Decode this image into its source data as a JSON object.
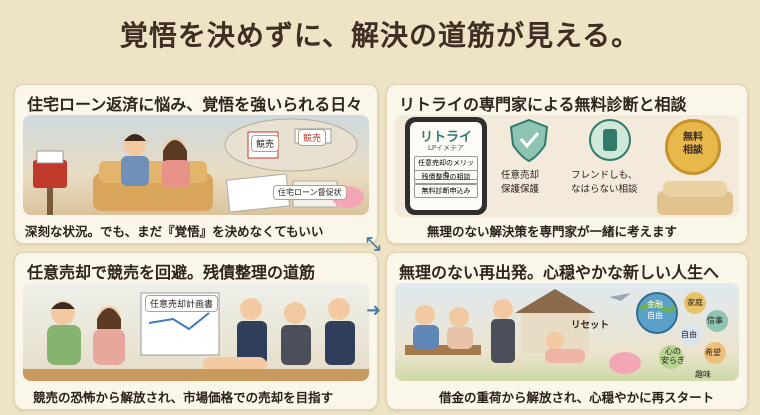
{
  "headline": "覚悟を決めずに、解決の道筋が見える。",
  "panels": [
    {
      "heading": "住宅ローン返済に悩み、覚悟を強いられる日々",
      "caption": "深刻な状況。でも、まだ『覚悟』を決めなくてもいい",
      "labels": [
        "競売",
        "競売",
        "住宅ローン督促状"
      ]
    },
    {
      "heading": "リトライの専門家による無料診断と相談",
      "caption": "無理のない解決策を専門家が一緒に考えます",
      "phone": {
        "app_name": "リトライ",
        "app_sub": "LPイメテア",
        "menu": [
          "任意売却のメリット",
          "残債整理の相談",
          "無料診断申込み"
        ]
      },
      "features": [
        {
          "label": "任意売却\n保護保護"
        },
        {
          "label": "フレンドしも、\nなはらない相談"
        }
      ],
      "badge": "無料\n相談"
    },
    {
      "heading": "任意売却で競売を回避。残債整理の道筋",
      "caption": "競売の恐怖から解放され、市場価格での売却を目指す",
      "labels": [
        "任意売却計画書"
      ]
    },
    {
      "heading": "無理のない再出発。心穏やかな新しい人生へ",
      "caption": "借金の重荷から解放され、心穏やかに再スタート",
      "labels": [
        "リセット",
        "金融\n自由",
        "家庭",
        "信事",
        "自由",
        "希望",
        "心の\n安らぎ",
        "趣味"
      ]
    }
  ],
  "colors": {
    "background": "#efe3c6",
    "panel": "#fbf6ea",
    "title": "#3f2e23",
    "arrow": "#4a7fa6",
    "phone_accent": "#2f7a6b"
  }
}
